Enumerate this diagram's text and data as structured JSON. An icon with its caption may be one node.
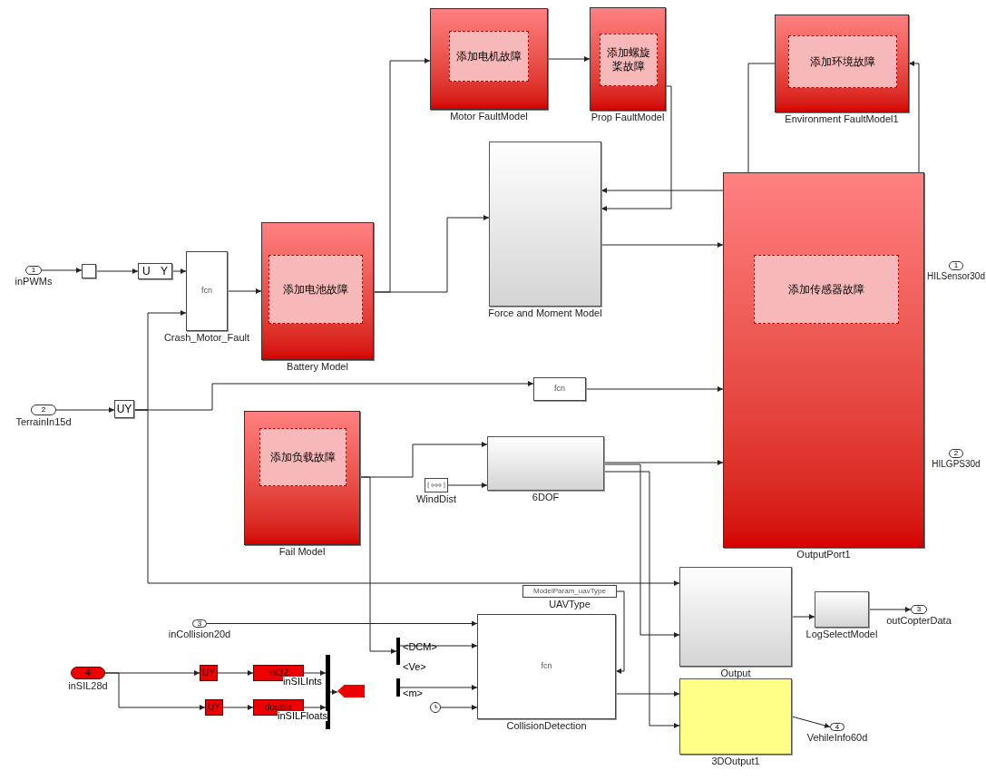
{
  "diagram": {
    "nodes": [
      {
        "text": [
          "1",
          "inPWMs"
        ]
      },
      {
        "text": [],
        "shape": "box"
      },
      {
        "text": [
          "U",
          "Y"
        ]
      },
      {
        "text": [
          "fcn",
          "Crash_Motor_Fault"
        ]
      },
      {
        "text": [
          "Battery Model"
        ]
      },
      {
        "text": [
          "添加电池故障"
        ],
        "in": 4
      },
      {
        "text": [
          "Motor FaultModel"
        ]
      },
      {
        "text": [
          "添加电机故障"
        ],
        "in": 6
      },
      {
        "text": [
          "Prop FaultModel"
        ]
      },
      {
        "text": [
          "添加螺旋桨故障"
        ],
        "in": 8
      },
      {
        "text": [
          "Environment FaultModel1"
        ]
      },
      {
        "text": [
          "添加环境故障"
        ],
        "in": 10
      },
      {
        "text": [
          "Force and Moment Model"
        ]
      },
      {
        "text": [
          "OutputPort1"
        ]
      },
      {
        "text": [
          "添加传感器故障"
        ],
        "in": 13
      },
      {
        "text": [
          "1",
          "HILSensor30d"
        ]
      },
      {
        "text": [
          "2",
          "HILGPS30d"
        ]
      },
      {
        "text": [
          "2",
          "TerrainIn15d"
        ]
      },
      {
        "text": [
          "UY"
        ]
      },
      {
        "text": [
          "fcn"
        ]
      },
      {
        "text": [
          "Fail Model"
        ]
      },
      {
        "text": [
          "添加负载故障"
        ],
        "in": 20
      },
      {
        "text": [
          "WindDist"
        ]
      },
      {
        "text": [
          "6DOF"
        ]
      },
      {
        "text": [
          "3",
          "inCollision20d"
        ]
      },
      {
        "text": [
          "Output"
        ]
      },
      {
        "text": [
          "LogSelectModel"
        ]
      },
      {
        "text": [
          "3",
          "outCopterData"
        ]
      },
      {
        "text": [
          "ModelParam_uavType",
          "UAVType"
        ]
      },
      {
        "text": [
          "fcn",
          "CollisionDetection"
        ]
      },
      {
        "text": [
          "<DCM>",
          "<Ve>"
        ]
      },
      {
        "text": [
          "<m>"
        ]
      },
      {
        "text": [],
        "shape": "circle"
      },
      {
        "text": [
          "3DOutput1"
        ]
      },
      {
        "text": [
          "4",
          "VehileInfo60d"
        ]
      },
      {
        "text": [
          "4",
          "inSIL28d"
        ]
      },
      {
        "text": [
          "UY"
        ]
      },
      {
        "text": [
          "int32"
        ]
      },
      {
        "text": [
          "UY"
        ]
      },
      {
        "text": [
          "double"
        ]
      },
      {
        "text": [],
        "shape": "bar"
      },
      {
        "text": [],
        "shape": "box"
      }
    ],
    "edges": [
      {
        "from": 0,
        "to": 1,
        "arrow": "to"
      },
      {
        "from": 1,
        "to": 2,
        "arrow": "to"
      },
      {
        "from": 2,
        "to": 3,
        "arrow": "to"
      },
      {
        "from": 3,
        "to": 4,
        "arrow": "to"
      },
      {
        "from": 4,
        "to": 6,
        "arrow": "to"
      },
      {
        "from": 6,
        "to": 8,
        "arrow": "to"
      },
      {
        "from": 8,
        "to": 12,
        "arrow": "to"
      },
      {
        "from": 13,
        "to": 10,
        "arrow": "to"
      },
      {
        "from": 10,
        "to": 12,
        "arrow": "to"
      },
      {
        "from": 4,
        "to": 12,
        "arrow": "to"
      },
      {
        "from": 12,
        "to": 13,
        "arrow": "to"
      },
      {
        "from": 17,
        "to": 18,
        "arrow": "to"
      },
      {
        "from": 18,
        "to": 19,
        "arrow": "to"
      },
      {
        "from": 19,
        "to": 13,
        "arrow": "to"
      },
      {
        "from": 18,
        "to": 3,
        "arrow": "to"
      },
      {
        "from": 18,
        "to": 25,
        "arrow": "to"
      },
      {
        "from": 20,
        "to": 23,
        "arrow": "to"
      },
      {
        "from": 22,
        "to": 23,
        "arrow": "to"
      },
      {
        "from": 23,
        "to": 13,
        "arrow": "to"
      },
      {
        "from": 24,
        "to": 29,
        "arrow": "to"
      },
      {
        "from": 28,
        "to": 29,
        "arrow": "to"
      },
      {
        "from": 30,
        "to": 29,
        "arrow": "to"
      },
      {
        "from": 31,
        "to": 29,
        "arrow": "to"
      },
      {
        "from": 32,
        "to": 29,
        "arrow": "to"
      },
      {
        "from": 25,
        "to": 26,
        "arrow": "to"
      },
      {
        "from": 26,
        "to": 27,
        "arrow": "to"
      },
      {
        "from": 33,
        "to": 34,
        "arrow": "to"
      },
      {
        "from": 35,
        "to": 36,
        "arrow": "to"
      },
      {
        "from": 35,
        "to": 38,
        "arrow": "to"
      },
      {
        "from": 36,
        "to": 37,
        "arrow": "to"
      },
      {
        "from": 38,
        "to": 39,
        "arrow": "to"
      },
      {
        "from": 37,
        "to": 40,
        "arrow": "to",
        "label": "inSILInts"
      },
      {
        "from": 39,
        "to": 40,
        "arrow": "to",
        "label": "inSILFloats"
      },
      {
        "from": 40,
        "to": 41,
        "arrow": "to"
      },
      {
        "from": 20,
        "to": 30,
        "arrow": "to"
      },
      {
        "from": 23,
        "to": 25,
        "arrow": "to"
      },
      {
        "from": 23,
        "to": 33,
        "arrow": "to"
      },
      {
        "from": 29,
        "to": 33,
        "arrow": "to"
      }
    ]
  }
}
